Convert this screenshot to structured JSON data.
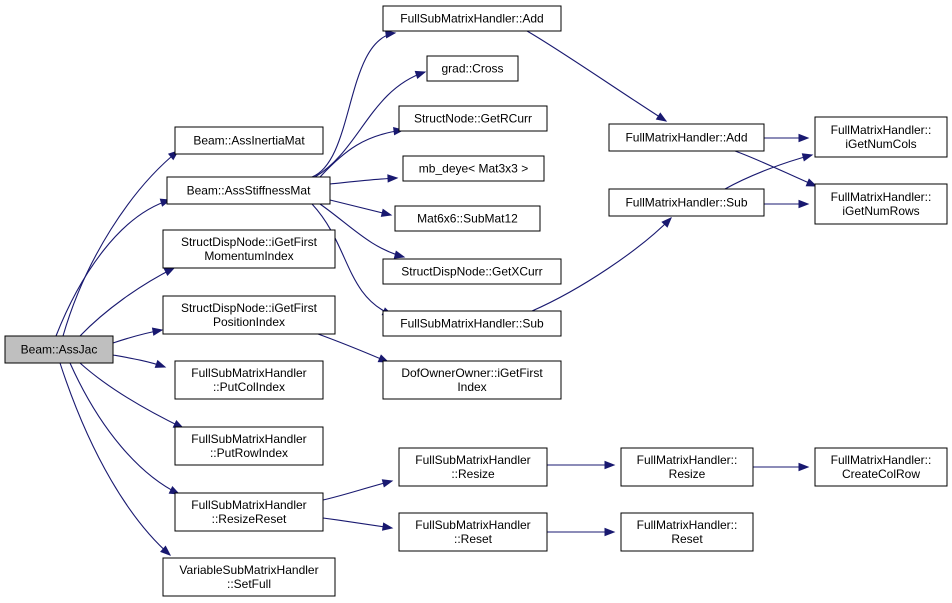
{
  "graph": {
    "edge_color": "#191970",
    "root_fill": "#bfbfbf",
    "nodes": {
      "ass_jac": [
        "Beam::AssJac"
      ],
      "ass_inertia": [
        "Beam::AssInertiaMat"
      ],
      "ass_stiffness": [
        "Beam::AssStiffnessMat"
      ],
      "get_first_momentum": [
        "StructDispNode::iGetFirst",
        "MomentumIndex"
      ],
      "get_first_position": [
        "StructDispNode::iGetFirst",
        "PositionIndex"
      ],
      "put_col_index": [
        "FullSubMatrixHandler",
        "::PutColIndex"
      ],
      "put_row_index": [
        "FullSubMatrixHandler",
        "::PutRowIndex"
      ],
      "resize_reset": [
        "FullSubMatrixHandler",
        "::ResizeReset"
      ],
      "set_full": [
        "VariableSubMatrixHandler",
        "::SetFull"
      ],
      "fsmh_add": [
        "FullSubMatrixHandler::Add"
      ],
      "grad_cross": [
        "grad::Cross"
      ],
      "get_rcurr": [
        "StructNode::GetRCurr"
      ],
      "mb_deye": [
        "mb_deye< Mat3x3 >"
      ],
      "submat12": [
        "Mat6x6::SubMat12"
      ],
      "get_xcurr": [
        "StructDispNode::GetXCurr"
      ],
      "fsmh_sub": [
        "FullSubMatrixHandler::Sub"
      ],
      "dof_owner": [
        "DofOwnerOwner::iGetFirst",
        "Index"
      ],
      "fsmh_resize": [
        "FullSubMatrixHandler",
        "::Resize"
      ],
      "fsmh_reset": [
        "FullSubMatrixHandler",
        "::Reset"
      ],
      "fmh_add": [
        "FullMatrixHandler::Add"
      ],
      "fmh_sub": [
        "FullMatrixHandler::Sub"
      ],
      "fmh_resize": [
        "FullMatrixHandler::",
        "Resize"
      ],
      "fmh_reset": [
        "FullMatrixHandler::",
        "Reset"
      ],
      "get_num_cols": [
        "FullMatrixHandler::",
        "iGetNumCols"
      ],
      "get_num_rows": [
        "FullMatrixHandler::",
        "iGetNumRows"
      ],
      "create_col_row": [
        "FullMatrixHandler::",
        "CreateColRow"
      ]
    },
    "edges": [
      [
        "ass_jac",
        "ass_inertia"
      ],
      [
        "ass_jac",
        "ass_stiffness"
      ],
      [
        "ass_jac",
        "get_first_momentum"
      ],
      [
        "ass_jac",
        "get_first_position"
      ],
      [
        "ass_jac",
        "put_col_index"
      ],
      [
        "ass_jac",
        "put_row_index"
      ],
      [
        "ass_jac",
        "resize_reset"
      ],
      [
        "ass_jac",
        "set_full"
      ],
      [
        "ass_stiffness",
        "fsmh_add"
      ],
      [
        "ass_stiffness",
        "grad_cross"
      ],
      [
        "ass_stiffness",
        "get_rcurr"
      ],
      [
        "ass_stiffness",
        "mb_deye"
      ],
      [
        "ass_stiffness",
        "submat12"
      ],
      [
        "ass_stiffness",
        "get_xcurr"
      ],
      [
        "ass_stiffness",
        "fsmh_sub"
      ],
      [
        "get_first_position",
        "dof_owner"
      ],
      [
        "resize_reset",
        "fsmh_resize"
      ],
      [
        "resize_reset",
        "fsmh_reset"
      ],
      [
        "fsmh_add",
        "fmh_add"
      ],
      [
        "fsmh_sub",
        "fmh_sub"
      ],
      [
        "fsmh_resize",
        "fmh_resize"
      ],
      [
        "fsmh_reset",
        "fmh_reset"
      ],
      [
        "fmh_add",
        "get_num_cols"
      ],
      [
        "fmh_add",
        "get_num_rows"
      ],
      [
        "fmh_sub",
        "get_num_cols"
      ],
      [
        "fmh_sub",
        "get_num_rows"
      ],
      [
        "fmh_resize",
        "create_col_row"
      ]
    ]
  }
}
